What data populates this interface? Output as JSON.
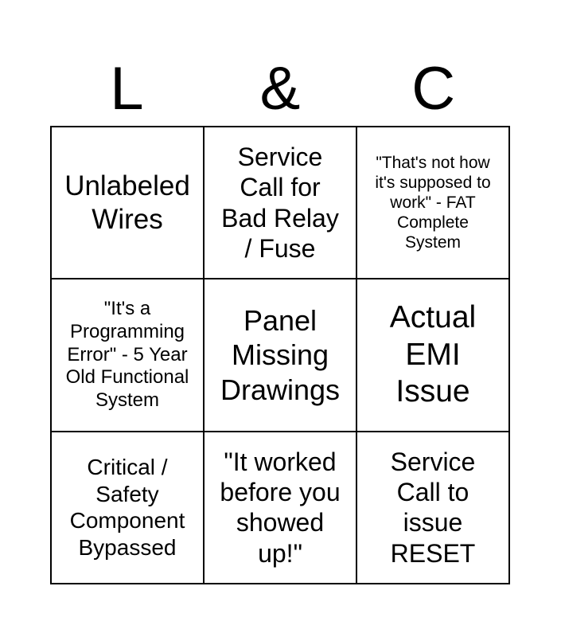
{
  "card": {
    "title_letters": [
      "L",
      "&",
      "C"
    ],
    "cells": [
      {
        "text": "Unlabeled\nWires"
      },
      {
        "text": "Service\nCall for\nBad Relay\n/ Fuse"
      },
      {
        "text": "\"That's not how\nit's supposed to\nwork\" - FAT\nComplete\nSystem"
      },
      {
        "text": "\"It's a\nProgramming\nError\" - 5 Year\nOld Functional\nSystem"
      },
      {
        "text": "Panel\nMissing\nDrawings"
      },
      {
        "text": "Actual\nEMI\nIssue"
      },
      {
        "text": "Critical /\nSafety\nComponent\nBypassed"
      },
      {
        "text": "\"It worked\nbefore you\nshowed\nup!\""
      },
      {
        "text": "Service\nCall to\nissue\nRESET"
      }
    ],
    "colors": {
      "background": "#ffffff",
      "text": "#000000",
      "grid_lines": "#000000"
    }
  }
}
